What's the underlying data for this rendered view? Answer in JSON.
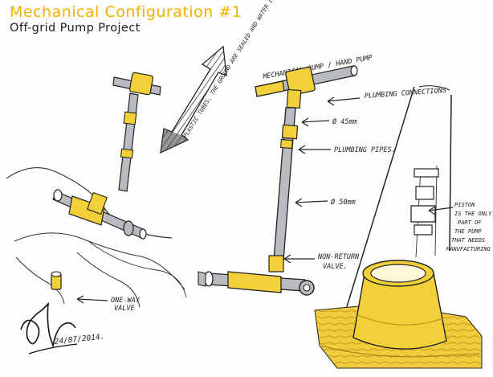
{
  "colors": {
    "title": "#f0b400",
    "ink": "#1c1c1c",
    "yellow": "#f2d03a",
    "yellow_dark": "#c9a21f",
    "grey": "#b8bcc0",
    "grey_dark": "#6d6f72",
    "wood": "#f1cc3c"
  },
  "header": {
    "title": "Mechanical Configuration #1",
    "subtitle": "Off-grid Pump Project"
  },
  "labels": {
    "main_pump": "MECHANICAL PUMP / HAND PUMP",
    "arrow_note": "PLASTIC TUBES, THE GROUND ARE SEALED AND WATER IS PUMPED TO THE TANK",
    "plumbing_connections": "PLUMBING CONNECTIONS",
    "dim_45": "Ø 45mm",
    "plumbing_pipes": "PLUMBING PIPES.",
    "dim_50": "Ø 50mm",
    "non_return_valve_line1": "NON-RETURN",
    "non_return_valve_line2": "VALVE.",
    "one_way_valve_line1": "ONE-WAY",
    "one_way_valve_line2": "VALVE",
    "piston_line1": "PISTON",
    "piston_line2": "IS THE ONLY",
    "piston_line3": "PART OF",
    "piston_line4": "THE PUMP",
    "piston_line5": "THAT NEEDS",
    "piston_line6": "MANUFACTURING"
  },
  "signature": {
    "date": "24/07/2014."
  }
}
